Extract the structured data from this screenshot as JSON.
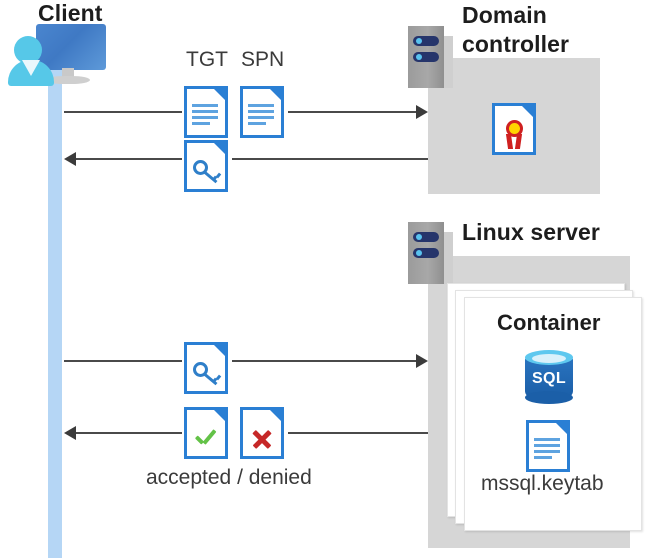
{
  "diagram": {
    "type": "sequence-diagram",
    "title_client": "Client",
    "actors": [
      {
        "id": "client",
        "label": "Client",
        "icon": "user-computer-icon"
      },
      {
        "id": "domain-controller",
        "label": "Domain controller",
        "icon": "server-rack-icon"
      },
      {
        "id": "linux-server",
        "label": "Linux server",
        "icon": "server-rack-icon"
      }
    ],
    "domain_controller": {
      "title_line1": "Domain",
      "title_line2": "controller",
      "title": "Domain controller",
      "contents": [
        {
          "icon": "certificate-document-icon",
          "label": ""
        }
      ]
    },
    "linux_server": {
      "title": "Linux server",
      "container": {
        "title": "Container",
        "stack_count": 3,
        "items": [
          {
            "icon": "sql-database-icon",
            "label": "SQL"
          },
          {
            "icon": "keytab-document-icon",
            "label": "mssql.keytab"
          }
        ]
      }
    },
    "messages": [
      {
        "id": "msg1",
        "direction": "right",
        "from": "client",
        "to": "domain-controller",
        "artifacts": [
          {
            "label": "TGT",
            "icon": "text-document-icon"
          },
          {
            "label": "SPN",
            "icon": "text-document-icon"
          }
        ]
      },
      {
        "id": "msg2",
        "direction": "left",
        "from": "domain-controller",
        "to": "client",
        "artifacts": [
          {
            "label": "",
            "icon": "key-document-icon"
          }
        ]
      },
      {
        "id": "msg3",
        "direction": "right",
        "from": "client",
        "to": "linux-server",
        "artifacts": [
          {
            "label": "",
            "icon": "key-document-icon"
          }
        ]
      },
      {
        "id": "msg4",
        "direction": "left",
        "from": "linux-server",
        "to": "client",
        "caption": "accepted / denied",
        "artifacts": [
          {
            "label": "accepted",
            "icon": "check-document-icon"
          },
          {
            "label": "denied",
            "icon": "cross-document-icon"
          }
        ]
      }
    ],
    "labels": {
      "tgt": "TGT",
      "spn": "SPN",
      "accepted_denied": "accepted / denied",
      "keytab": "mssql.keytab",
      "sql": "SQL",
      "container": "Container"
    },
    "colors": {
      "panel_gray": "#d6d6d6",
      "lifeline_blue": "#b5d6f5",
      "doc_blue": "#2a7fd4",
      "accent_cyan": "#56c8e8",
      "monitor_blue": "#4a86cf",
      "sql_blue": "#1b5fa8",
      "check_green": "#63c247",
      "cross_red": "#c62828",
      "cert_yellow": "#ffd400",
      "cert_red": "#cf2020",
      "arrow_gray": "#4a4a4a",
      "text_dark": "#1d1d1d",
      "text_gray": "#3b3b3b",
      "rack_navy": "#26356b"
    }
  }
}
